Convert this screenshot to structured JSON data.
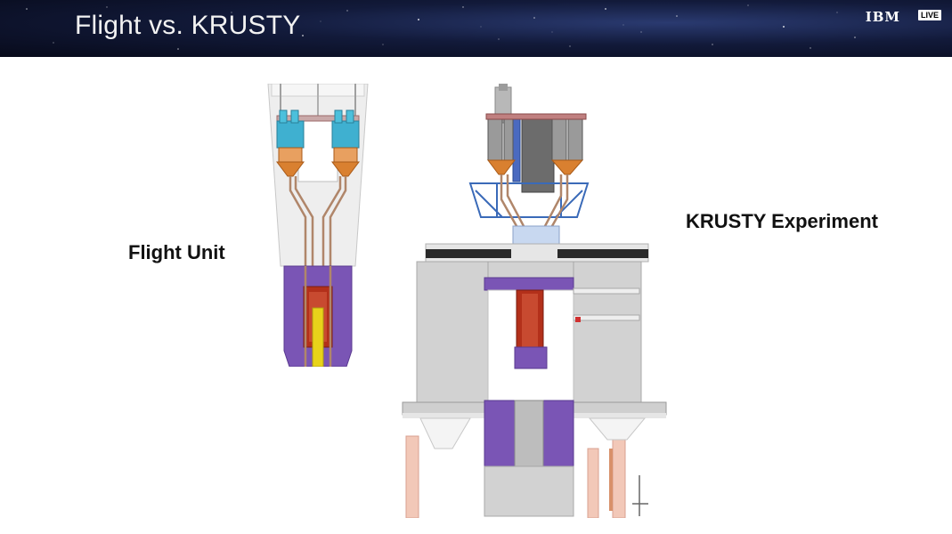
{
  "slide": {
    "title": "Flight vs. KRUSTY",
    "brand": "IBM",
    "live_badge": "LIVE"
  },
  "labels": {
    "flight_unit": "Flight Unit",
    "krusty_experiment": "KRUSTY Experiment"
  },
  "figures": {
    "flight_unit": "flight-unit-cross-section",
    "krusty": "krusty-experiment-cross-section"
  },
  "colors": {
    "header_bg": "#0b1230",
    "shield_purple": "#7a55b5",
    "core_red": "#b3301a",
    "fuel_yellow": "#e8d31a",
    "stirling_cyan": "#3fb0d0",
    "heatpipe_orange": "#d98030",
    "concrete_gray": "#d2d2d2",
    "frame_blue": "#3a6ab8"
  }
}
